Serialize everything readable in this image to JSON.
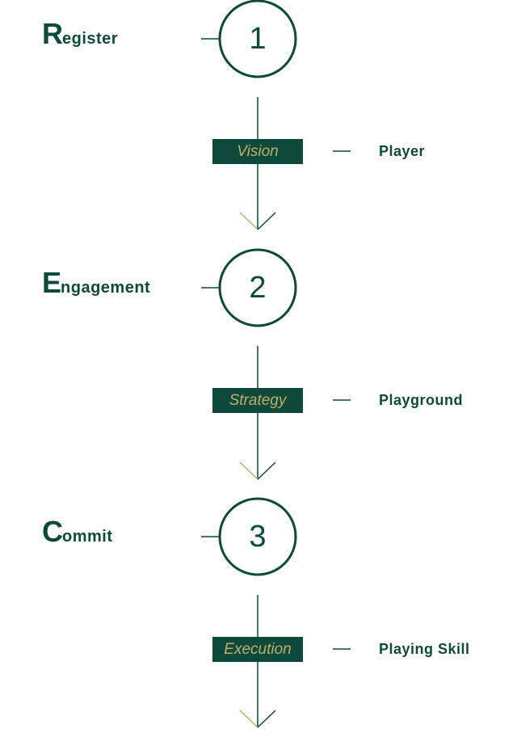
{
  "colors": {
    "primary": "#0d4a3b",
    "accent": "#c2ac6b"
  },
  "steps": [
    {
      "initial": "R",
      "rest": "egister",
      "number": "1",
      "tag": "Vision",
      "label": "Player"
    },
    {
      "initial": "E",
      "rest": "ngagement",
      "number": "2",
      "tag": "Strategy",
      "label": "Playground"
    },
    {
      "initial": "C",
      "rest": "ommit",
      "number": "3",
      "tag": "Execution",
      "label": "Playing Skill"
    }
  ]
}
